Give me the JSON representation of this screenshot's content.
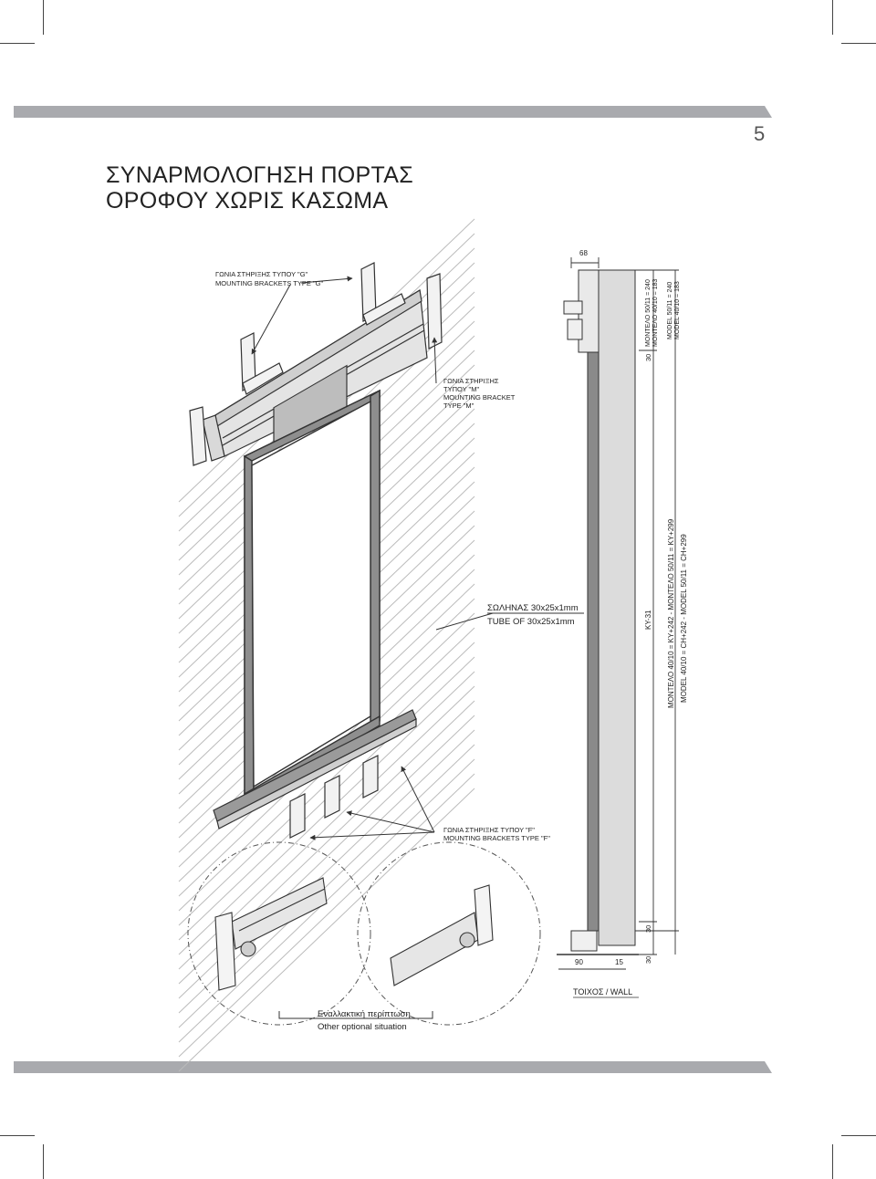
{
  "page": {
    "number": "5",
    "title_line1": "ΣΥΝΑΡΜΟΛΟΓΗΣΗ ΠΟΡΤΑΣ",
    "title_line2": "ΟΡΟΦΟΥ ΧΩΡΙΣ ΚΑΣΩΜΑ",
    "bar_color": "#a9aaae"
  },
  "drawing": {
    "labels": {
      "bracket_g_gr": "ΓΩΝΙΑ ΣΤΗΡΙΞΗΣ ΤΥΠΟΥ \"G\"",
      "bracket_g_en": "MOUNTING BRACKETS TYPE \"G\"",
      "bracket_m_gr1": "ΓΩΝΙΑ ΣΤΗΡΙΞΗΣ",
      "bracket_m_gr2": "ΤΥΠΟΥ \"M\"",
      "bracket_m_en1": "MOUNTING BRACKET",
      "bracket_m_en2": "TYPE \"M\"",
      "tube_gr": "ΣΩΛΗΝΑΣ 30x25x1mm",
      "tube_en": "TUBE OF 30x25x1mm",
      "bracket_f_gr": "ΓΩΝΙΑ ΣΤΗΡΙΞΗΣ ΤΥΠΟΥ \"F\"",
      "bracket_f_en": "MOUNTING BRACKETS TYPE \"F\"",
      "optional_gr": "Εναλλακτική περίπτωση",
      "optional_en": "Other optional situation",
      "wall": "ΤΟΙΧΟΣ / WALL"
    },
    "dimensions": {
      "top_width": "68",
      "header_model_gr1": "ΜΟΝΤΕΛΟ 50/11 = 240",
      "header_model_gr2": "ΜΟΝΤΕΛΟ 40/10 = 183",
      "header_model_en1": "MODEL 50/11 = 240",
      "header_model_en2": "MODEL 40/10 = 183",
      "top_gap": "30",
      "clear_height": "KY-31",
      "total_gr": "ΜΟΝΤΕΛΟ 40/10 = KY+242  -  ΜΟΝΤΕΛΟ 50/11 = KY+299",
      "total_en": "MODEL 40/10 = CH+242  -  MODEL 50/11 = CH+299",
      "bottom_gap": "30",
      "floor_gap": "30",
      "bottom_width": "90",
      "bottom_offset": "15"
    }
  }
}
